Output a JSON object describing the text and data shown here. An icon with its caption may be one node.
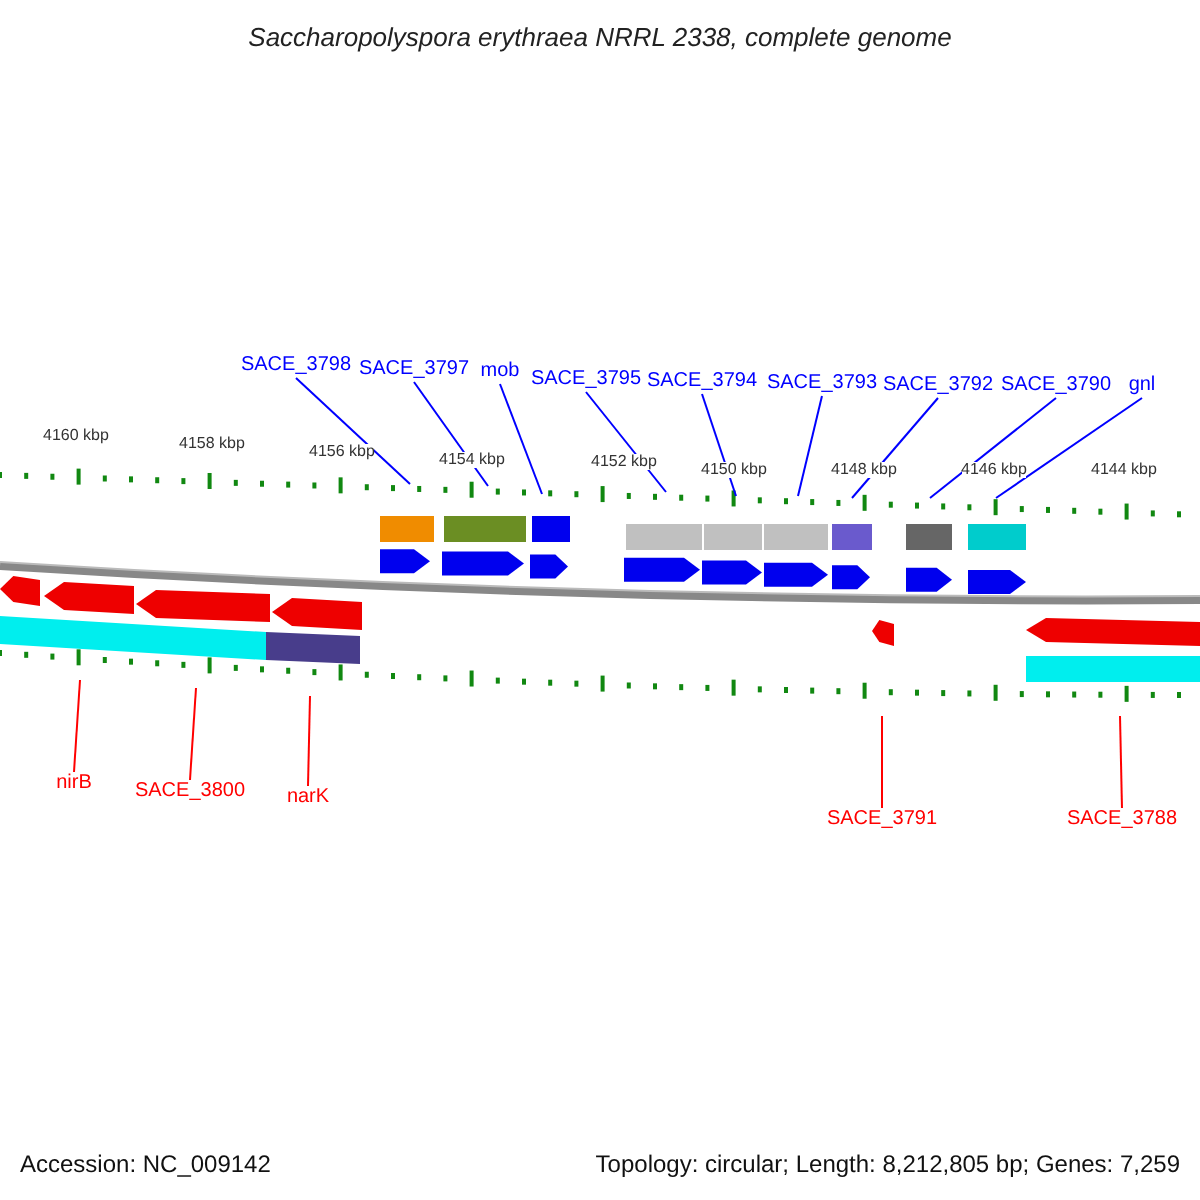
{
  "diagram": {
    "title": "Saccharopolyspora erythraea NRRL 2338, complete genome",
    "nodes": [
      {
        "text": [
          "SACE_3798"
        ]
      },
      {
        "text": [
          "SACE_3797"
        ]
      },
      {
        "text": [
          "mob"
        ]
      },
      {
        "text": [
          "SACE_3795"
        ]
      },
      {
        "text": [
          "SACE_3794"
        ]
      },
      {
        "text": [
          "SACE_3793"
        ]
      },
      {
        "text": [
          "SACE_3792"
        ]
      },
      {
        "text": [
          "SACE_3790"
        ]
      },
      {
        "text": [
          "gnl"
        ]
      },
      {
        "text": [
          "nirB"
        ]
      },
      {
        "text": [
          "SACE_3800"
        ]
      },
      {
        "text": [
          "narK"
        ]
      },
      {
        "text": [
          "SACE_3791"
        ]
      },
      {
        "text": [
          "SACE_3788"
        ]
      }
    ],
    "edges": [
      {
        "from": 0,
        "to": null,
        "arrow": "none"
      },
      {
        "from": 1,
        "to": null,
        "arrow": "none"
      },
      {
        "from": 2,
        "to": null,
        "arrow": "none"
      },
      {
        "from": 3,
        "to": null,
        "arrow": "none"
      },
      {
        "from": 4,
        "to": null,
        "arrow": "none"
      },
      {
        "from": 5,
        "to": null,
        "arrow": "none"
      },
      {
        "from": 6,
        "to": null,
        "arrow": "none"
      },
      {
        "from": 7,
        "to": null,
        "arrow": "none"
      },
      {
        "from": 8,
        "to": null,
        "arrow": "none"
      },
      {
        "from": 9,
        "to": null,
        "arrow": "none",
        "color": "#ff0000"
      },
      {
        "from": 10,
        "to": null,
        "arrow": "none",
        "color": "#ff0000"
      },
      {
        "from": 11,
        "to": null,
        "arrow": "none",
        "color": "#ff0000"
      },
      {
        "from": 12,
        "to": null,
        "arrow": "none",
        "color": "#ff0000"
      },
      {
        "from": 13,
        "to": null,
        "arrow": "none",
        "color": "#ff0000"
      }
    ],
    "labels": [
      "4160 kbp",
      "4158 kbp",
      "4156 kbp",
      "4154 kbp",
      "4152 kbp",
      "4150 kbp",
      "4148 kbp",
      "4146 kbp",
      "4144 kbp",
      "Accession: NC_009142",
      "Topology: circular; Length: 8,212,805 bp; Genes: 7,259"
    ]
  }
}
